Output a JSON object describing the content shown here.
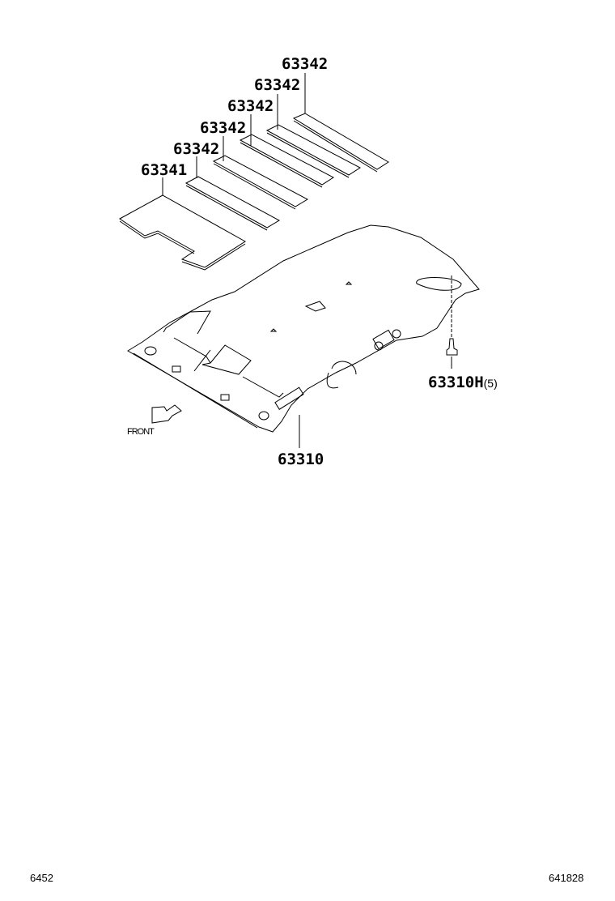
{
  "labels": {
    "strip_1": "63342",
    "strip_2": "63342",
    "strip_3": "63342",
    "strip_4": "63342",
    "strip_5": "63342",
    "pad": "63341",
    "headliner": "63310",
    "clip": "63310H",
    "clip_qty": "(5)",
    "front": "FRONT"
  },
  "footer": {
    "left_code": "6452",
    "right_code": "641828"
  }
}
